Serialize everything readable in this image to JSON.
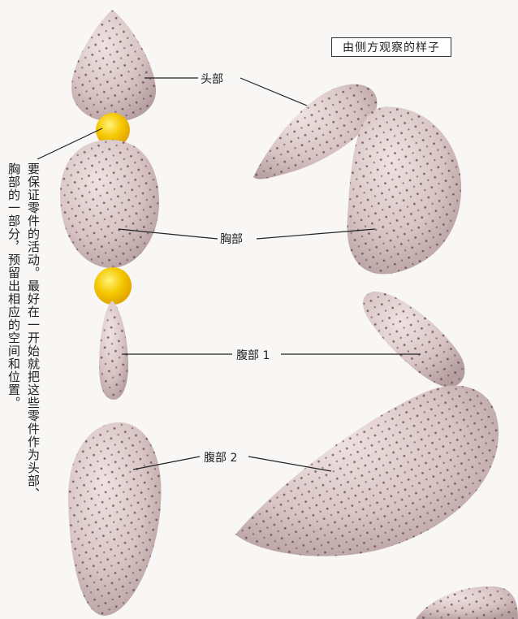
{
  "side_view_label": "由侧方观察的样子",
  "callouts": {
    "head": "头部",
    "chest": "胸部",
    "abdomen1": "腹部 1",
    "abdomen2": "腹部 2"
  },
  "note_col1": "要保证零件的活动。最好在一开始就把这些零件作为头部、",
  "note_col2": "胸部的一部分，预留出相应的空间和位置。",
  "colors": {
    "clay": "#dcc8c8",
    "clay_shadow": "#b9a2a3",
    "dot": "#5a4447",
    "joint": "#f5c800",
    "background": "#f8f7f5"
  }
}
